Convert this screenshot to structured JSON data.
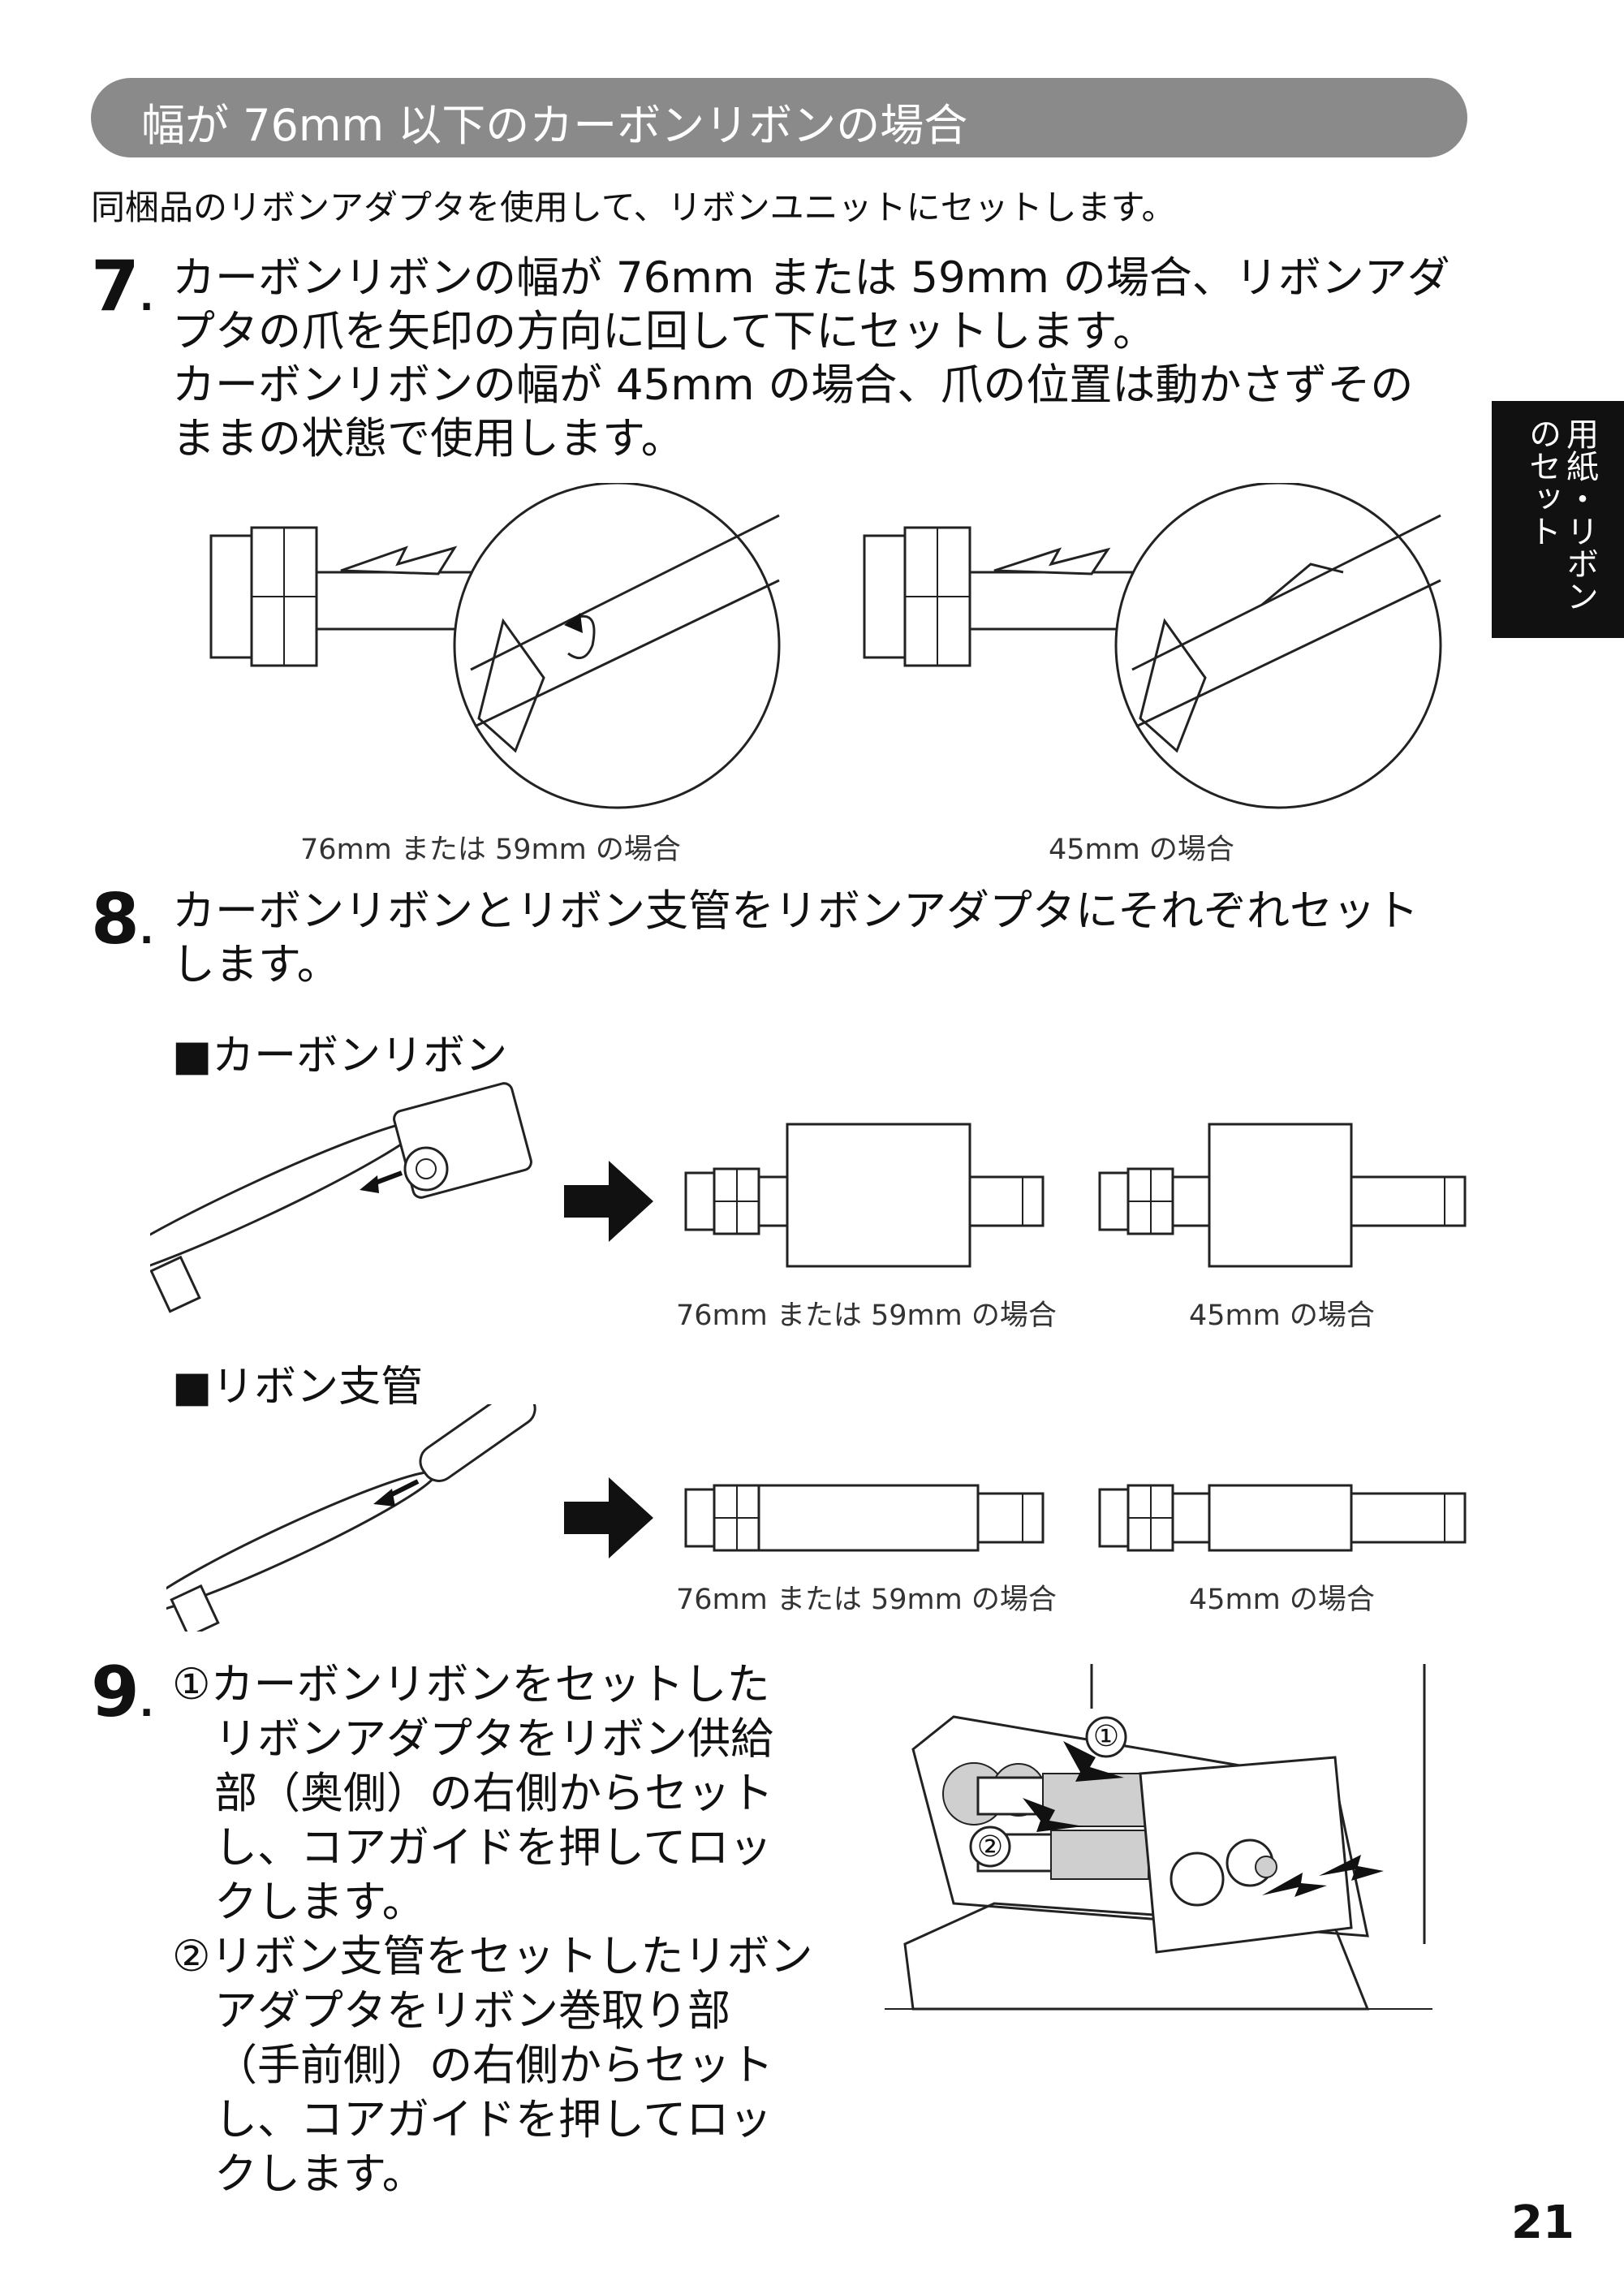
{
  "banner": {
    "title": "幅が 76mm 以下のカーボンリボンの場合"
  },
  "intro": "同梱品のリボンアダプタを使用して、リボンユニットにセットします。",
  "side_tab": {
    "line1": "用紙・リボン",
    "line2": "のセット"
  },
  "steps": {
    "s7": {
      "number": "7",
      "lines": [
        "カーボンリボンの幅が 76mm または 59mm の場合、リボンアダ",
        "プタの爪を矢印の方向に回して下にセットします。",
        "カーボンリボンの幅が 45mm の場合、爪の位置は動かさずその",
        "ままの状態で使用します。"
      ],
      "captions": [
        "76mm または 59mm の場合",
        "45mm の場合"
      ]
    },
    "s8": {
      "number": "8",
      "lines": [
        "カーボンリボンとリボン支管をリボンアダプタにそれぞれセット",
        "します。"
      ],
      "sub1": "■カーボンリボン",
      "sub1_captions": [
        "76mm または 59mm の場合",
        "45mm の場合"
      ],
      "sub2": "■リボン支管",
      "sub2_captions": [
        "76mm または 59mm の場合",
        "45mm の場合"
      ]
    },
    "s9": {
      "number": "9",
      "lines": [
        "①カーボンリボンをセットした",
        "リボンアダプタをリボン供給",
        "部（奥側）の右側からセット",
        "し、コアガイドを押してロッ",
        "クします。",
        "②リボン支管をセットしたリボン",
        "アダプタをリボン巻取り部",
        "（手前側）の右側からセット",
        "し、コアガイドを押してロッ",
        "クします。"
      ],
      "callouts": [
        "①",
        "②"
      ]
    }
  },
  "page_number": "21"
}
